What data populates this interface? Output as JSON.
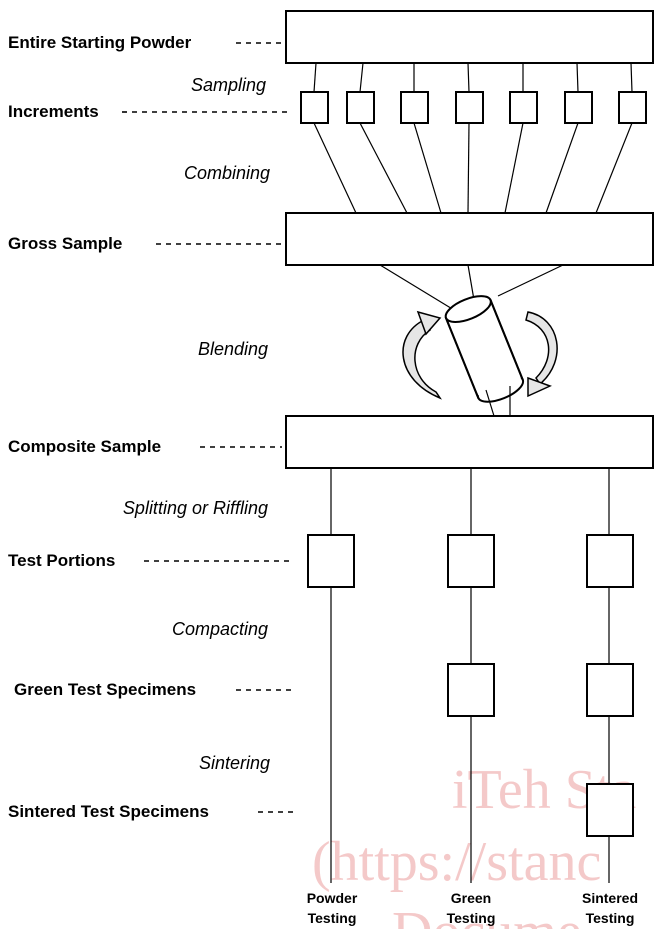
{
  "stages": {
    "entire_starting_powder": "Entire Starting Powder",
    "increments": "Increments",
    "gross_sample": "Gross Sample",
    "composite_sample": "Composite Sample",
    "test_portions": "Test Portions",
    "green_test_specimens": "Green Test Specimens",
    "sintered_test_specimens": "Sintered Test Specimens"
  },
  "processes": {
    "sampling": "Sampling",
    "combining": "Combining",
    "blending": "Blending",
    "splitting": "Splitting or Riffling",
    "compacting": "Compacting",
    "sintering": "Sintering"
  },
  "outcomes": {
    "powder": [
      "Powder",
      "Testing"
    ],
    "green": [
      "Green",
      "Testing"
    ],
    "sintered": [
      "Sintered",
      "Testing"
    ]
  },
  "watermark": {
    "line1": "iTeh Sta",
    "line2": "(https://stanc",
    "line3": "Docume"
  },
  "colors": {
    "ink": "#000000",
    "watermark": "#f4c9c9",
    "arrow_fill": "#e6e6e6"
  }
}
